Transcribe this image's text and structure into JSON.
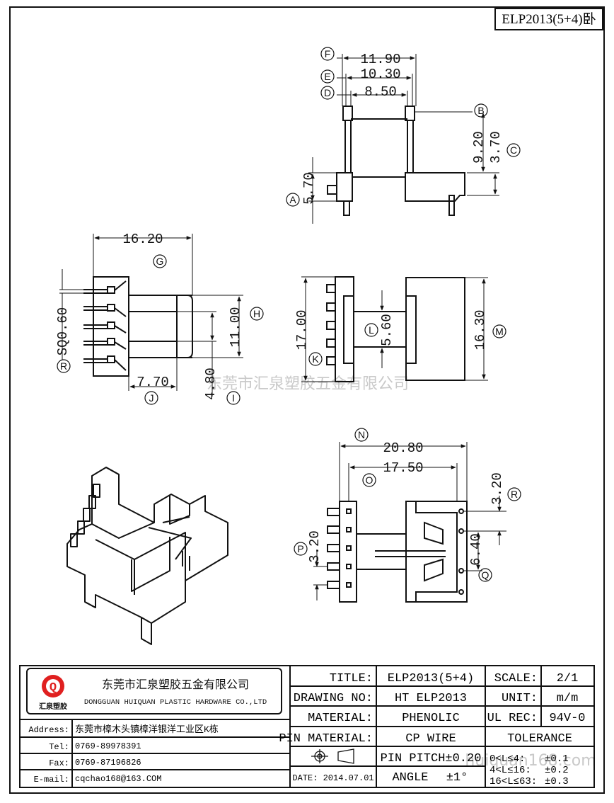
{
  "header": {
    "part_tag": "ELP2013(5+4)卧"
  },
  "watermark": {
    "company": "东莞市汇泉塑胶五金有限公司",
    "url": "huiquan168.com"
  },
  "top_view": {
    "dims": [
      "11.90",
      "10.30",
      "8.50",
      "9.20",
      "3.70",
      "5.70"
    ],
    "labels": [
      "F",
      "E",
      "D",
      "B",
      "C",
      "A"
    ]
  },
  "side_view": {
    "dims": [
      "16.20",
      "SQ0.60",
      "11.00",
      "7.70",
      "4.80"
    ],
    "labels": [
      "G",
      "H",
      "R",
      "J",
      "I"
    ]
  },
  "front_view": {
    "dims": [
      "17.00",
      "5.60",
      "16.30"
    ],
    "labels": [
      "K",
      "L",
      "M"
    ]
  },
  "bottom_view": {
    "dims": [
      "20.80",
      "17.50",
      "3.20",
      "3.20",
      "6.40"
    ],
    "labels": [
      "N",
      "O",
      "R",
      "P",
      "Q"
    ]
  },
  "company": {
    "logo_letter": "Q",
    "logo_text": "汇泉塑胶",
    "name_cn": "东莞市汇泉塑胶五金有限公司",
    "name_en": "DONGGUAN HUIQUAN PLASTIC HARDWARE CO.,LTD"
  },
  "contact": [
    {
      "label": "Address:",
      "value": "东莞市樟木头镇樟洋银洋工业区K栋"
    },
    {
      "label": "Tel:",
      "value": "0769-89978391"
    },
    {
      "label": "Fax:",
      "value": "0769-87196826"
    },
    {
      "label": "E-mail:",
      "value": "cqchao168@163.COM"
    }
  ],
  "title_block": {
    "title_label": "TITLE:",
    "title_value": "ELP2013(5+4)",
    "scale_label": "SCALE:",
    "scale_value": "2/1",
    "drawing_label": "DRAWING NO:",
    "drawing_value": "HT ELP2013",
    "unit_label": "UNIT:",
    "unit_value": "m/m",
    "material_label": "MATERIAL:",
    "material_value": "PHENOLIC",
    "ul_label": "UL REC:",
    "ul_value": "94V-0",
    "pin_material_label": "PIN MATERIAL:",
    "pin_material_value": "CP WIRE",
    "tolerance_label": "TOLERANCE",
    "pin_pitch": "PIN PITCH±0.20",
    "angle_label": "ANGLE",
    "angle_value": "±1°",
    "date": "DATE: 2014.07.01",
    "tol_rows": [
      {
        "range": "0<L≤4:",
        "value": "±0.1"
      },
      {
        "range": "4<L≤16:",
        "value": "±0.2"
      },
      {
        "range": "16<L≤63:",
        "value": "±0.3"
      }
    ]
  }
}
